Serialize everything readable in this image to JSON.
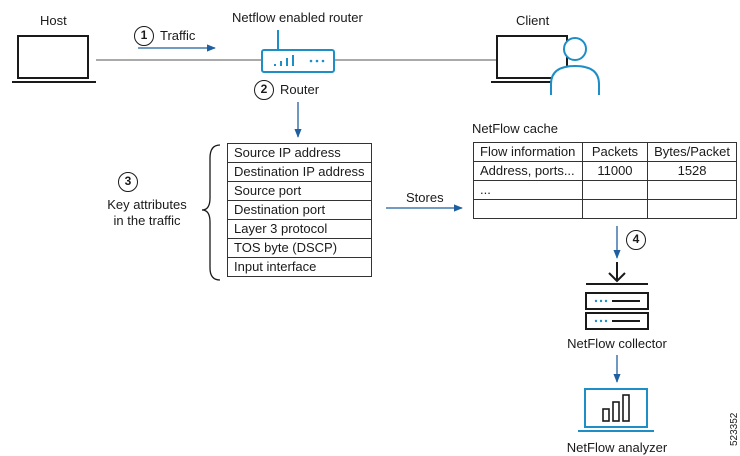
{
  "host": {
    "label": "Host"
  },
  "router": {
    "title": "Netflow enabled router",
    "step_label": "Router"
  },
  "client": {
    "label": "Client"
  },
  "steps": [
    {
      "number": "1",
      "label": "Traffic"
    },
    {
      "number": "2",
      "label": "Router"
    },
    {
      "number": "3",
      "label_line1": "Key attributes",
      "label_line2": "in the traffic"
    },
    {
      "number": "4",
      "label": ""
    }
  ],
  "key_attributes": [
    "Source IP address",
    "Destination IP address",
    "Source port",
    "Destination port",
    "Layer 3 protocol",
    "TOS byte (DSCP)",
    "Input interface"
  ],
  "stores_label": "Stores",
  "cache": {
    "title": "NetFlow cache",
    "headers": [
      "Flow information",
      "Packets",
      "Bytes/Packet"
    ],
    "rows": [
      [
        "Address, ports...",
        "11000",
        "1528"
      ],
      [
        "...",
        "",
        ""
      ],
      [
        "",
        "",
        ""
      ]
    ]
  },
  "collector": {
    "label": "NetFlow collector"
  },
  "analyzer": {
    "label": "NetFlow analyzer"
  },
  "figure_id": "523352",
  "colors": {
    "accent": "#1d8fc6",
    "arrow": "#1f5fa0",
    "line": "#1a1a1a"
  }
}
